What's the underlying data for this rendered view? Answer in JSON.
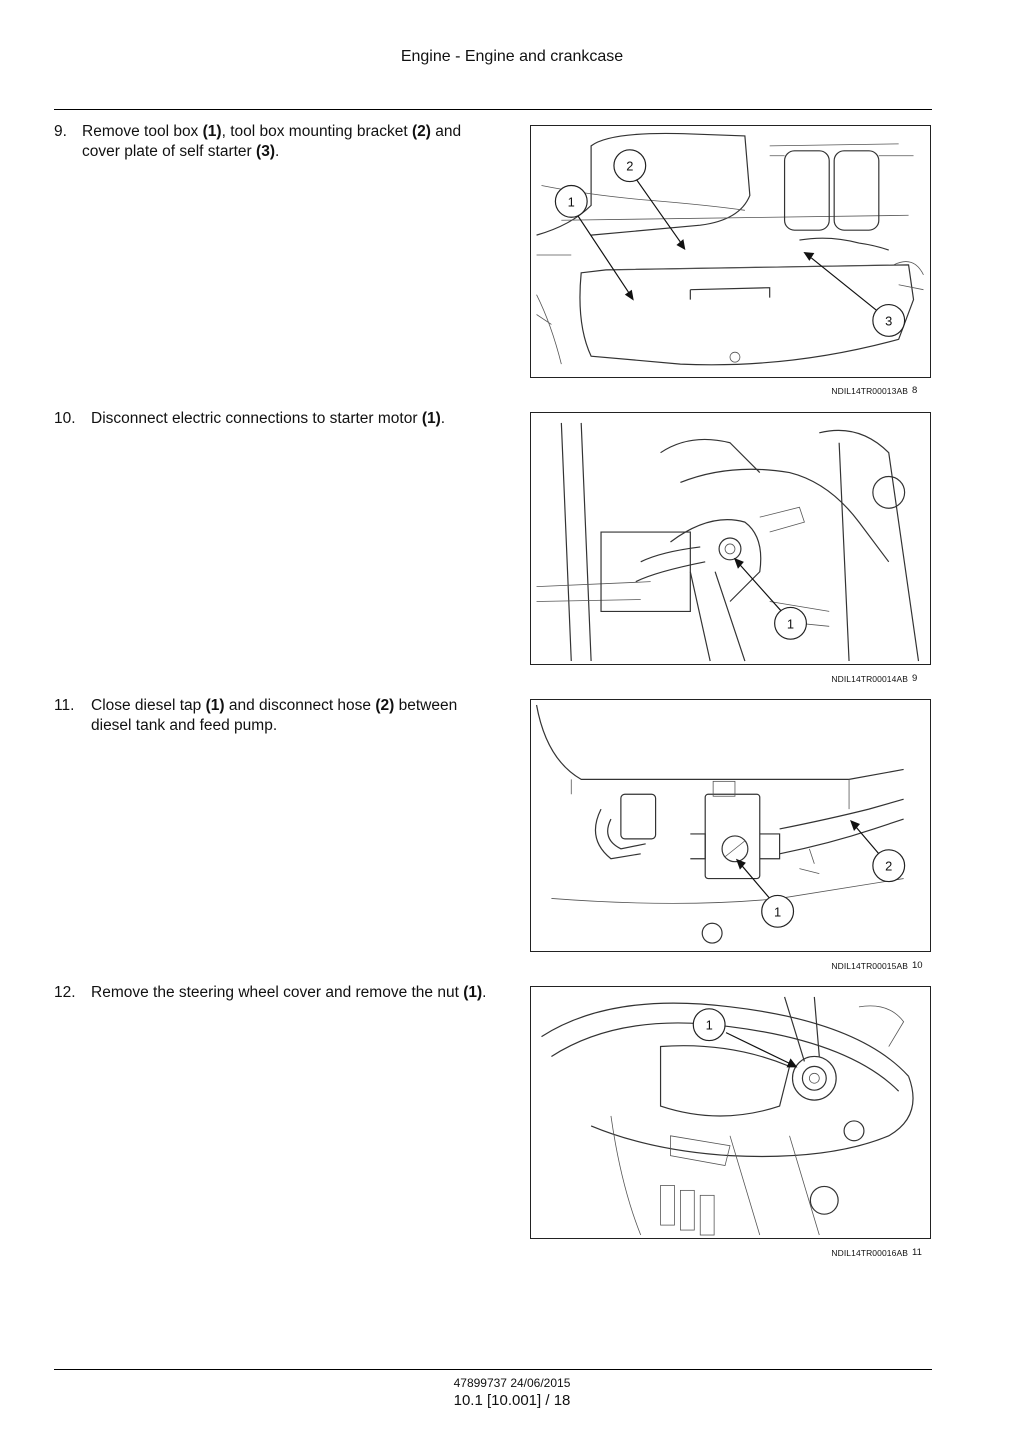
{
  "header": {
    "title": "Engine - Engine and crankcase"
  },
  "steps": [
    {
      "number": "9.",
      "parts": [
        {
          "t": "Remove tool box ",
          "b": false
        },
        {
          "t": "(1)",
          "b": true
        },
        {
          "t": ", tool box mounting bracket ",
          "b": false
        },
        {
          "t": "(2)",
          "b": true
        },
        {
          "t": " and cover plate of self starter ",
          "b": false
        },
        {
          "t": "(3)",
          "b": true
        },
        {
          "t": ".",
          "b": false
        }
      ],
      "figure": {
        "ref": "NDIL14TR00013AB",
        "number": "8",
        "callouts": [
          "1",
          "2",
          "3"
        ]
      }
    },
    {
      "number": "10.",
      "parts": [
        {
          "t": "Disconnect electric connections to starter motor ",
          "b": false
        },
        {
          "t": "(1)",
          "b": true
        },
        {
          "t": ".",
          "b": false
        }
      ],
      "figure": {
        "ref": "NDIL14TR00014AB",
        "number": "9",
        "callouts": [
          "1"
        ]
      }
    },
    {
      "number": "11.",
      "parts": [
        {
          "t": "Close diesel tap ",
          "b": false
        },
        {
          "t": "(1)",
          "b": true
        },
        {
          "t": " and disconnect hose ",
          "b": false
        },
        {
          "t": "(2)",
          "b": true
        },
        {
          "t": " between diesel tank and feed pump.",
          "b": false
        }
      ],
      "figure": {
        "ref": "NDIL14TR00015AB",
        "number": "10",
        "callouts": [
          "1",
          "2"
        ]
      }
    },
    {
      "number": "12.",
      "parts": [
        {
          "t": "Remove the steering wheel cover and remove the nut ",
          "b": false
        },
        {
          "t": "(1)",
          "b": true
        },
        {
          "t": ".",
          "b": false
        }
      ],
      "figure": {
        "ref": "NDIL14TR00016AB",
        "number": "11",
        "callouts": [
          "1"
        ]
      }
    }
  ],
  "footer": {
    "doc": "47899737 24/06/2015",
    "page": "10.1 [10.001] / 18"
  }
}
